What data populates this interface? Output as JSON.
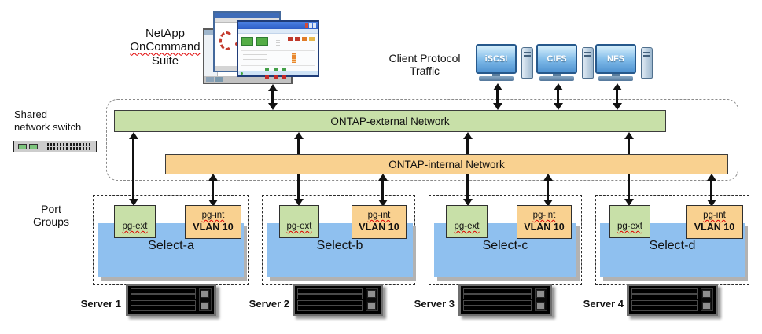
{
  "labels": {
    "oncommand": [
      "NetApp",
      "OnCommand",
      "Suite"
    ],
    "client_traffic": [
      "Client Protocol",
      "Traffic"
    ],
    "shared_switch": [
      "Shared",
      "network switch"
    ],
    "port_groups": [
      "Port",
      "Groups"
    ]
  },
  "clients": [
    {
      "label": "iSCSI"
    },
    {
      "label": "CIFS"
    },
    {
      "label": "NFS"
    }
  ],
  "networks": {
    "external": "ONTAP-external Network",
    "internal": "ONTAP-internal Network"
  },
  "groups": [
    {
      "pg_ext": "pg-ext",
      "pg_int": "pg-int",
      "vlan": "VLAN 10",
      "node": "Select-a",
      "server": "Server 1"
    },
    {
      "pg_ext": "pg-ext",
      "pg_int": "pg-int",
      "vlan": "VLAN 10",
      "node": "Select-b",
      "server": "Server 2"
    },
    {
      "pg_ext": "pg-ext",
      "pg_int": "pg-int",
      "vlan": "VLAN 10",
      "node": "Select-c",
      "server": "Server 3"
    },
    {
      "pg_ext": "pg-ext",
      "pg_int": "pg-int",
      "vlan": "VLAN 10",
      "node": "Select-d",
      "server": "Server 4"
    }
  ],
  "colors": {
    "external_green": "#c8e0a8",
    "internal_orange": "#f9d190",
    "node_blue": "#8fc0ef",
    "arrow_black": "#111111"
  }
}
